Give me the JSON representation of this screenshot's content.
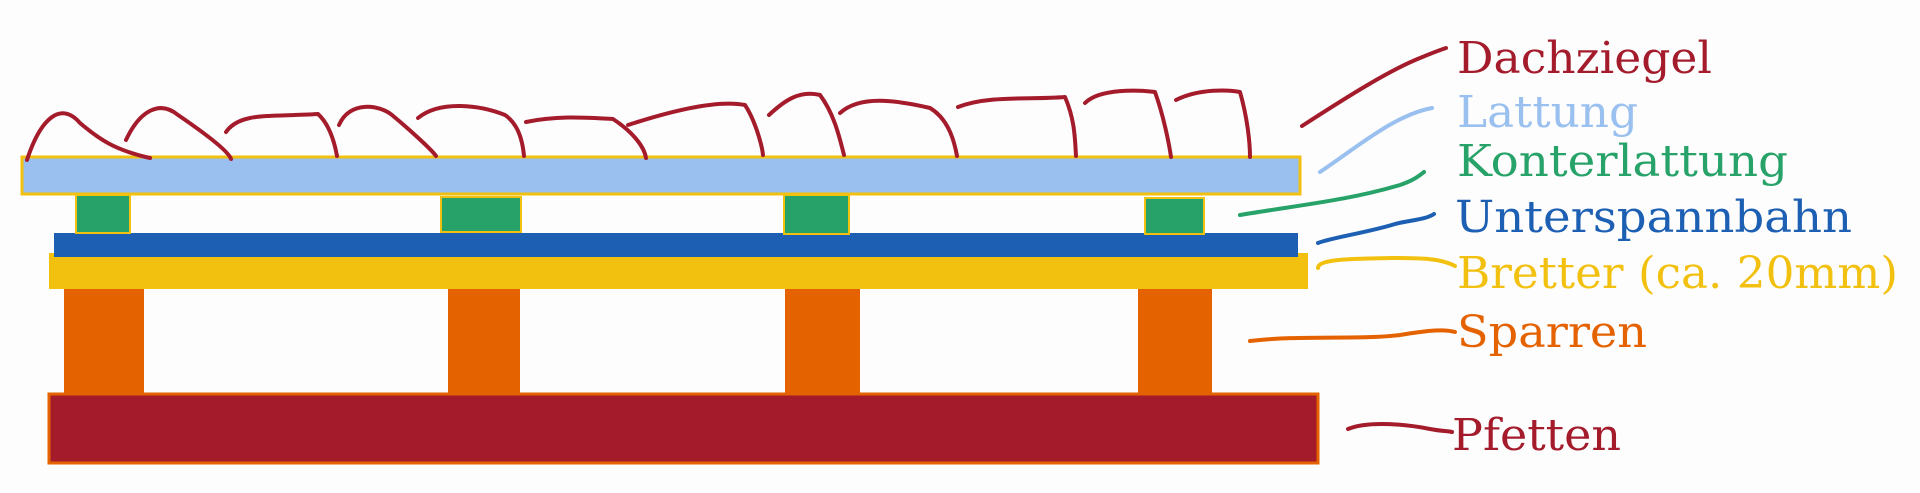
{
  "labels": {
    "dachziegel": "Dachziegel",
    "lattung": "Lattung",
    "konterlattung": "Konterlattung",
    "unterspannbahn": "Unterspannbahn",
    "bretter": "Bretter (ca. 20mm)",
    "sparren": "Sparren",
    "pfetten": "Pfetten"
  },
  "colors": {
    "dachziegel": "#a41c2c",
    "lattung": "#99c0ee",
    "konterlattung": "#27a36a",
    "unterspannbahn": "#1c5fb3",
    "bretter": "#f2c110",
    "sparren": "#e46200",
    "pfetten": "#a41c2c",
    "outline": "#f2c110"
  }
}
